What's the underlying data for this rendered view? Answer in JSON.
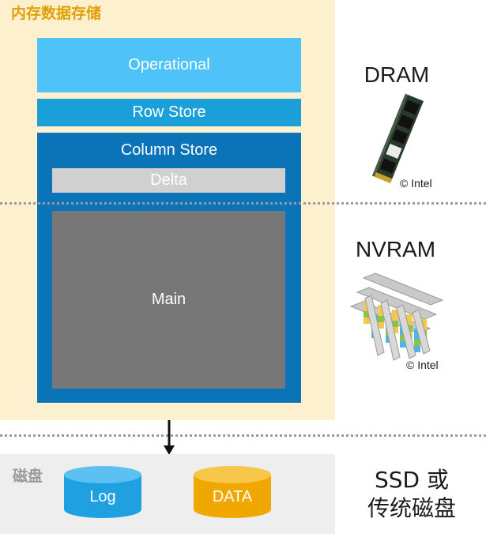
{
  "memory": {
    "title": "内存数据存储",
    "operational": "Operational",
    "row_store": "Row Store",
    "column_store": {
      "label": "Column Store",
      "delta": "Delta",
      "main": "Main"
    }
  },
  "right": {
    "dram": "DRAM",
    "nvram": "NVRAM",
    "intel_credit_1": "© Intel",
    "intel_credit_2": "© Intel",
    "ssd_line1": "SSD 或",
    "ssd_line2": "传统磁盘"
  },
  "disk": {
    "title": "磁盘",
    "log": "Log",
    "data": "DATA"
  },
  "colors": {
    "panel_bg": "#fdf0cf",
    "title_gold": "#e0a100",
    "operational": "#4fc3f7",
    "row_store": "#1a9fd9",
    "column_store": "#0b73b8",
    "delta": "#d0d0d0",
    "main": "#777777",
    "log_cylinder": "#1fa0e0",
    "data_cylinder": "#f0a800"
  },
  "icons": [
    "dram-module-icon",
    "nvram-crosspoint-icon",
    "down-arrow-icon",
    "log-cylinder-icon",
    "data-cylinder-icon"
  ]
}
